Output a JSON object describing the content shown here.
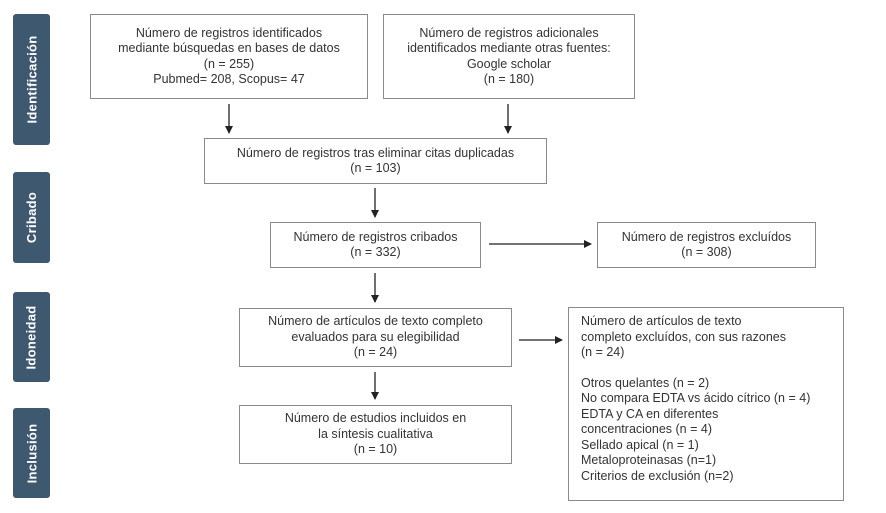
{
  "stages": [
    {
      "id": "identificacion",
      "label": "Identificación"
    },
    {
      "id": "cribado",
      "label": "Cribado"
    },
    {
      "id": "idoneidad",
      "label": "Idoneidad"
    },
    {
      "id": "inclusion",
      "label": "Inclusión"
    }
  ],
  "boxes": {
    "identified_db": [
      "Número de registros identificados",
      "mediante búsquedas en bases de datos",
      "(n = 255)",
      "Pubmed= 208, Scopus= 47"
    ],
    "identified_other": [
      "Número de registros adicionales",
      "identificados mediante otras fuentes:",
      "Google scholar",
      "(n = 180)"
    ],
    "after_duplicates": [
      "Número de registros tras eliminar citas duplicadas",
      "(n = 103)"
    ],
    "screened": [
      "Número de registros cribados",
      "(n = 332)"
    ],
    "excluded": [
      "Número de registros excluídos",
      "(n = 308)"
    ],
    "fulltext_assessed": [
      "Número de artículos de texto completo",
      "evaluados para su elegibilidad",
      "(n = 24)"
    ],
    "fulltext_excluded": {
      "header": [
        "Número  de artículos de texto",
        "completo excluídos, con sus razones",
        "(n = 24)"
      ],
      "reasons": [
        "Otros quelantes (n = 2)",
        "No compara EDTA vs ácido cítrico (n = 4)",
        "EDTA y CA en diferentes",
        "concentraciones (n = 4)",
        "Sellado apical (n = 1)",
        "Metaloproteinasas (n=1)",
        "Criterios de exclusión (n=2)"
      ]
    },
    "included": [
      "Número de estudios incluidos en",
      "la síntesis cualitativa",
      "(n = 10)"
    ]
  },
  "colors": {
    "stage_bg": "#3e5870",
    "stage_text": "#ffffff",
    "box_border": "#8a8a8a",
    "arrow": "#222222",
    "text": "#333333"
  }
}
